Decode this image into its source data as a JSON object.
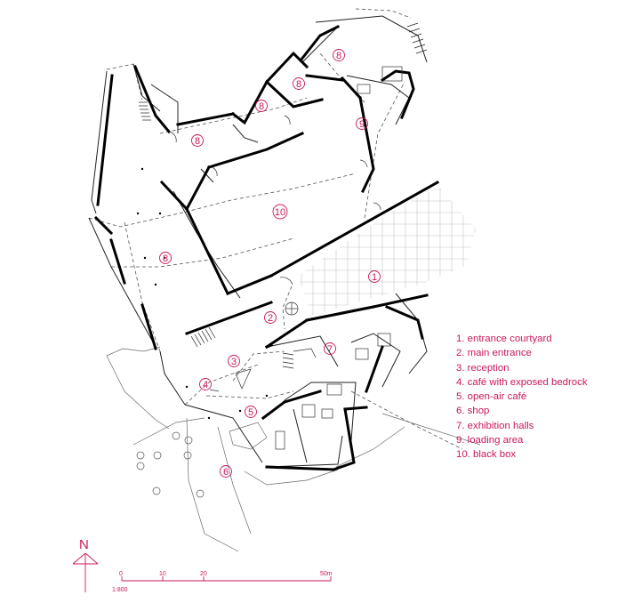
{
  "zones": [
    {
      "id": "z8a",
      "number": "8"
    },
    {
      "id": "z8b",
      "number": "8"
    },
    {
      "id": "z8c",
      "number": "8"
    },
    {
      "id": "z8d",
      "number": "8"
    },
    {
      "id": "z8e",
      "number": "8"
    },
    {
      "id": "z9",
      "number": "9"
    },
    {
      "id": "z10",
      "number": "10"
    },
    {
      "id": "z1",
      "number": "1"
    },
    {
      "id": "z2",
      "number": "2"
    },
    {
      "id": "z3",
      "number": "3"
    },
    {
      "id": "z4",
      "number": "4"
    },
    {
      "id": "z5",
      "number": "5"
    },
    {
      "id": "z6",
      "number": "6"
    },
    {
      "id": "z7",
      "number": "7"
    }
  ],
  "legend": [
    "1. entrance courtyard",
    "2. main entrance",
    "3. reception",
    "4. café with exposed bedrock",
    "5. open-air café",
    "6. shop",
    "7. exhibition halls",
    "9. loading area",
    "10. black box"
  ],
  "north": {
    "label": "N"
  },
  "scale": {
    "ratio": "1:800",
    "ticks": [
      "0",
      "10",
      "20",
      "50m"
    ]
  },
  "colors": {
    "accent": "#c8175d",
    "line": "#111111",
    "grid": "#bdbdbd"
  }
}
